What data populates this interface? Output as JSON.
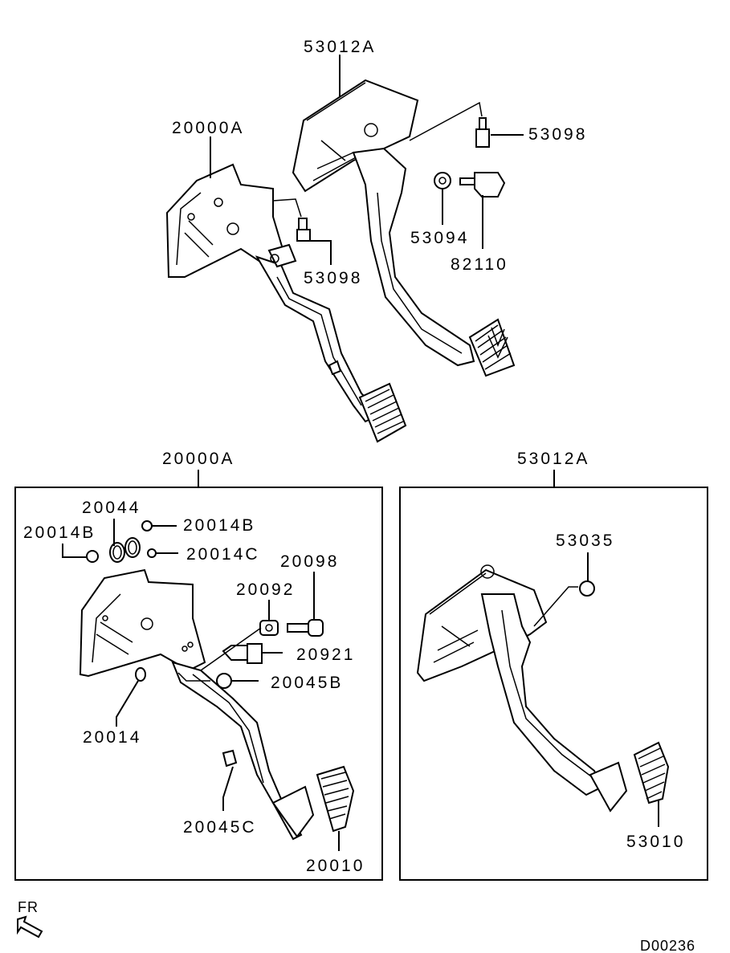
{
  "diagram": {
    "top_assembly": {
      "labels": {
        "clutch_pedal_assy": "20000A",
        "brake_pedal_assy": "53012A",
        "bolt_left": "53098",
        "bolt_right": "53098",
        "cushion": "53094",
        "stop_lamp_switch": "82110"
      }
    },
    "left_panel": {
      "title": "20000A",
      "labels": {
        "spring": "20044",
        "bushing_top": "20014B",
        "bushing_left": "20014B",
        "bushing_c": "20014C",
        "bolt": "20098",
        "nut": "20092",
        "switch": "20921",
        "stopper": "20045B",
        "bushing": "20014",
        "clip": "20045C",
        "pad": "20010"
      }
    },
    "right_panel": {
      "title": "53012A",
      "labels": {
        "stopper": "53035",
        "pad": "53010"
      }
    },
    "orientation": "FR",
    "diagram_code": "D00236"
  }
}
